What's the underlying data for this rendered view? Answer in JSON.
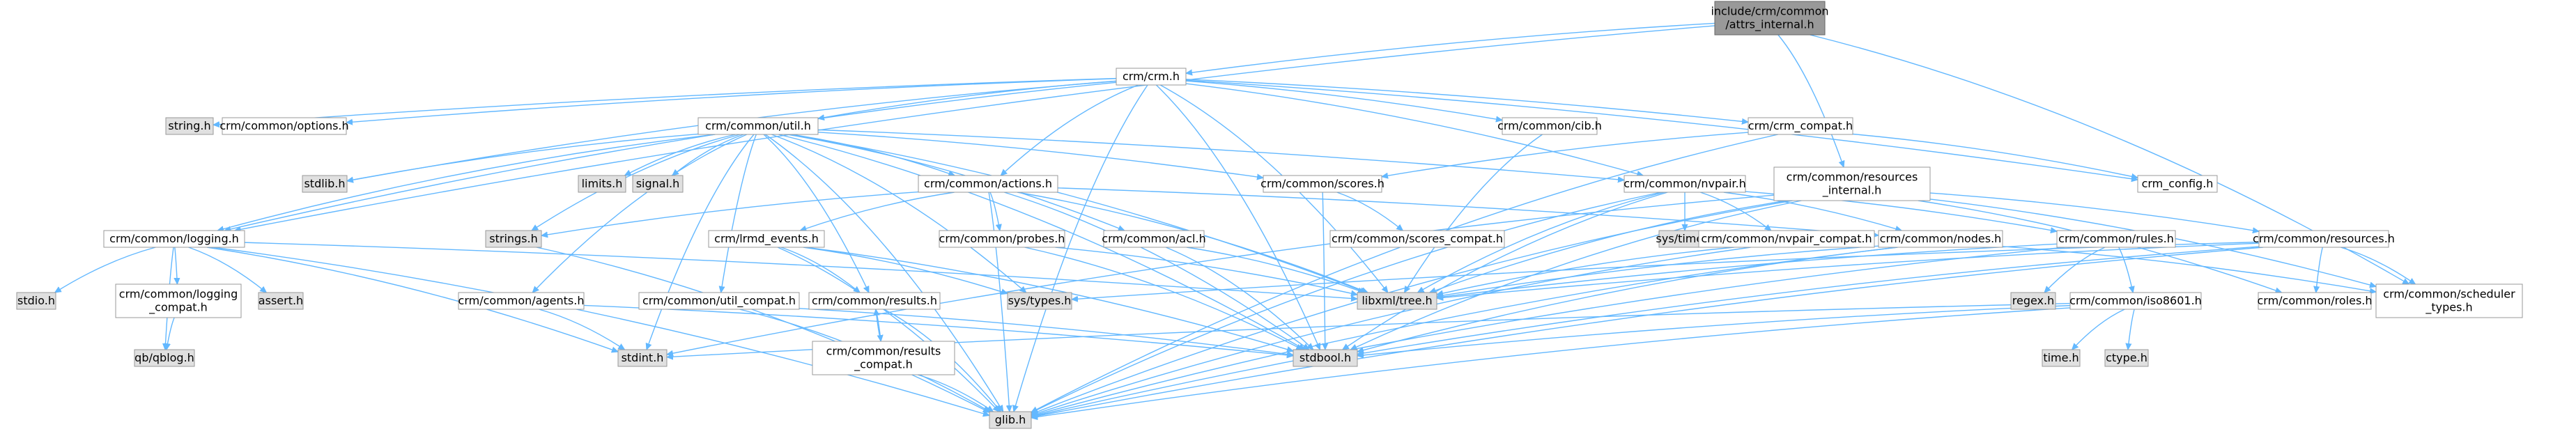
{
  "nodes": [
    {
      "id": "root",
      "label": [
        "include/crm/common",
        "/attrs_internal.h"
      ],
      "style": "root"
    },
    {
      "id": "crm_h",
      "label": [
        "crm/crm.h"
      ],
      "style": "normal"
    },
    {
      "id": "logging",
      "label": [
        "crm/common/logging.h"
      ],
      "style": "normal"
    },
    {
      "id": "stdlib",
      "label": [
        "stdlib.h"
      ],
      "style": "system"
    },
    {
      "id": "resources_internal",
      "label": [
        "crm/common/resources",
        "_internal.h"
      ],
      "style": "normal"
    },
    {
      "id": "scheduler_types",
      "label": [
        "crm/common/scheduler",
        "_types.h"
      ],
      "style": "normal"
    },
    {
      "id": "string",
      "label": [
        "string.h"
      ],
      "style": "system"
    },
    {
      "id": "options",
      "label": [
        "crm/common/options.h"
      ],
      "style": "normal"
    },
    {
      "id": "util",
      "label": [
        "crm/common/util.h"
      ],
      "style": "normal"
    },
    {
      "id": "cib",
      "label": [
        "crm/common/cib.h"
      ],
      "style": "normal"
    },
    {
      "id": "crm_compat",
      "label": [
        "crm/crm_compat.h"
      ],
      "style": "normal"
    },
    {
      "id": "crm_config",
      "label": [
        "crm_config.h"
      ],
      "style": "normal"
    },
    {
      "id": "limits",
      "label": [
        "limits.h"
      ],
      "style": "system"
    },
    {
      "id": "signal",
      "label": [
        "signal.h"
      ],
      "style": "system"
    },
    {
      "id": "actions",
      "label": [
        "crm/common/actions.h"
      ],
      "style": "normal"
    },
    {
      "id": "scores",
      "label": [
        "crm/common/scores.h"
      ],
      "style": "normal"
    },
    {
      "id": "nvpair",
      "label": [
        "crm/common/nvpair.h"
      ],
      "style": "normal"
    },
    {
      "id": "strings",
      "label": [
        "strings.h"
      ],
      "style": "system"
    },
    {
      "id": "lrmd_events",
      "label": [
        "crm/lrmd_events.h"
      ],
      "style": "normal"
    },
    {
      "id": "probes",
      "label": [
        "crm/common/probes.h"
      ],
      "style": "normal"
    },
    {
      "id": "acl",
      "label": [
        "crm/common/acl.h"
      ],
      "style": "normal"
    },
    {
      "id": "scores_compat",
      "label": [
        "crm/common/scores_compat.h"
      ],
      "style": "normal"
    },
    {
      "id": "systime",
      "label": [
        "sys/time.h"
      ],
      "style": "system"
    },
    {
      "id": "nvpair_compat",
      "label": [
        "crm/common/nvpair_compat.h"
      ],
      "style": "normal"
    },
    {
      "id": "nodes",
      "label": [
        "crm/common/nodes.h"
      ],
      "style": "normal"
    },
    {
      "id": "rules",
      "label": [
        "crm/common/rules.h"
      ],
      "style": "normal"
    },
    {
      "id": "resources",
      "label": [
        "crm/common/resources.h"
      ],
      "style": "normal"
    },
    {
      "id": "stdio",
      "label": [
        "stdio.h"
      ],
      "style": "system"
    },
    {
      "id": "logging_compat",
      "label": [
        "crm/common/logging",
        "_compat.h"
      ],
      "style": "normal"
    },
    {
      "id": "assert",
      "label": [
        "assert.h"
      ],
      "style": "system"
    },
    {
      "id": "agents",
      "label": [
        "crm/common/agents.h"
      ],
      "style": "normal"
    },
    {
      "id": "util_compat",
      "label": [
        "crm/common/util_compat.h"
      ],
      "style": "normal"
    },
    {
      "id": "results",
      "label": [
        "crm/common/results.h"
      ],
      "style": "normal"
    },
    {
      "id": "systypes",
      "label": [
        "sys/types.h"
      ],
      "style": "system"
    },
    {
      "id": "libxml",
      "label": [
        "libxml/tree.h"
      ],
      "style": "system"
    },
    {
      "id": "regex",
      "label": [
        "regex.h"
      ],
      "style": "system"
    },
    {
      "id": "iso8601",
      "label": [
        "crm/common/iso8601.h"
      ],
      "style": "normal"
    },
    {
      "id": "roles",
      "label": [
        "crm/common/roles.h"
      ],
      "style": "normal"
    },
    {
      "id": "qblog",
      "label": [
        "qb/qblog.h"
      ],
      "style": "system"
    },
    {
      "id": "stdint",
      "label": [
        "stdint.h"
      ],
      "style": "system"
    },
    {
      "id": "results_compat",
      "label": [
        "crm/common/results",
        "_compat.h"
      ],
      "style": "normal"
    },
    {
      "id": "stdbool",
      "label": [
        "stdbool.h"
      ],
      "style": "system"
    },
    {
      "id": "timeh",
      "label": [
        "time.h"
      ],
      "style": "system"
    },
    {
      "id": "ctype",
      "label": [
        "ctype.h"
      ],
      "style": "system"
    },
    {
      "id": "glib",
      "label": [
        "glib.h"
      ],
      "style": "system"
    }
  ],
  "edges": [
    [
      "root",
      "crm_h"
    ],
    [
      "root",
      "logging"
    ],
    [
      "root",
      "resources_internal"
    ],
    [
      "root",
      "scheduler_types"
    ],
    [
      "crm_h",
      "stdlib"
    ],
    [
      "crm_h",
      "string"
    ],
    [
      "crm_h",
      "options"
    ],
    [
      "crm_h",
      "util"
    ],
    [
      "crm_h",
      "cib"
    ],
    [
      "crm_h",
      "crm_compat"
    ],
    [
      "crm_h",
      "crm_config"
    ],
    [
      "crm_h",
      "actions"
    ],
    [
      "crm_h",
      "nvpair"
    ],
    [
      "crm_h",
      "logging"
    ],
    [
      "crm_h",
      "libxml"
    ],
    [
      "crm_h",
      "stdbool"
    ],
    [
      "crm_h",
      "glib"
    ],
    [
      "util",
      "stdlib"
    ],
    [
      "util",
      "limits"
    ],
    [
      "util",
      "signal"
    ],
    [
      "util",
      "strings"
    ],
    [
      "util",
      "actions"
    ],
    [
      "util",
      "scores"
    ],
    [
      "util",
      "nvpair"
    ],
    [
      "util",
      "agents"
    ],
    [
      "util",
      "util_compat"
    ],
    [
      "util",
      "results"
    ],
    [
      "util",
      "acl"
    ],
    [
      "util",
      "systypes"
    ],
    [
      "util",
      "stdint"
    ],
    [
      "util",
      "stdbool"
    ],
    [
      "util",
      "glib"
    ],
    [
      "util",
      "libxml"
    ],
    [
      "util",
      "logging"
    ],
    [
      "actions",
      "lrmd_events"
    ],
    [
      "actions",
      "probes"
    ],
    [
      "actions",
      "nodes"
    ],
    [
      "actions",
      "stdbool"
    ],
    [
      "actions",
      "strings"
    ],
    [
      "actions",
      "glib"
    ],
    [
      "actions",
      "libxml"
    ],
    [
      "scores",
      "scores_compat"
    ],
    [
      "scores",
      "stdbool"
    ],
    [
      "nvpair",
      "systime"
    ],
    [
      "nvpair",
      "nvpair_compat"
    ],
    [
      "nvpair",
      "nodes"
    ],
    [
      "nvpair",
      "rules"
    ],
    [
      "nvpair",
      "glib"
    ],
    [
      "nvpair",
      "libxml"
    ],
    [
      "nvpair",
      "stdbool"
    ],
    [
      "cib",
      "libxml"
    ],
    [
      "crm_compat",
      "scores"
    ],
    [
      "crm_compat",
      "crm_config"
    ],
    [
      "crm_compat",
      "glib"
    ],
    [
      "logging",
      "stdio"
    ],
    [
      "logging",
      "logging_compat"
    ],
    [
      "logging",
      "assert"
    ],
    [
      "logging",
      "qblog"
    ],
    [
      "logging",
      "stdint"
    ],
    [
      "logging",
      "glib"
    ],
    [
      "logging",
      "libxml"
    ],
    [
      "logging_compat",
      "qblog"
    ],
    [
      "lrmd_events",
      "results"
    ],
    [
      "lrmd_events",
      "systypes"
    ],
    [
      "lrmd_events",
      "stdbool"
    ],
    [
      "lrmd_events",
      "glib"
    ],
    [
      "probes",
      "stdbool"
    ],
    [
      "probes",
      "libxml"
    ],
    [
      "acl",
      "libxml"
    ],
    [
      "acl",
      "stdbool"
    ],
    [
      "nvpair_compat",
      "libxml"
    ],
    [
      "nvpair_compat",
      "glib"
    ],
    [
      "nodes",
      "libxml"
    ],
    [
      "nodes",
      "stdbool"
    ],
    [
      "nodes",
      "glib"
    ],
    [
      "nodes",
      "scheduler_types"
    ],
    [
      "rules",
      "regex"
    ],
    [
      "rules",
      "iso8601"
    ],
    [
      "rules",
      "libxml"
    ],
    [
      "rules",
      "glib"
    ],
    [
      "iso8601",
      "timeh"
    ],
    [
      "iso8601",
      "ctype"
    ],
    [
      "iso8601",
      "stdint"
    ],
    [
      "iso8601",
      "stdbool"
    ],
    [
      "iso8601",
      "glib"
    ],
    [
      "resources_internal",
      "resources"
    ],
    [
      "resources_internal",
      "scheduler_types"
    ],
    [
      "resources_internal",
      "roles"
    ],
    [
      "resources_internal",
      "stdint"
    ],
    [
      "resources_internal",
      "libxml"
    ],
    [
      "resources_internal",
      "stdbool"
    ],
    [
      "resources_internal",
      "glib"
    ],
    [
      "resources",
      "roles"
    ],
    [
      "resources",
      "scheduler_types"
    ],
    [
      "resources",
      "libxml"
    ],
    [
      "resources",
      "systypes"
    ],
    [
      "resources",
      "stdbool"
    ],
    [
      "resources",
      "glib"
    ],
    [
      "agents",
      "stdint"
    ],
    [
      "agents",
      "stdbool"
    ],
    [
      "util_compat",
      "glib"
    ],
    [
      "util_compat",
      "stdbool"
    ],
    [
      "results",
      "glib"
    ],
    [
      "results",
      "results_compat"
    ],
    [
      "results_compat",
      "results"
    ],
    [
      "results_compat",
      "glib"
    ],
    [
      "strings",
      "glib"
    ]
  ],
  "colors": {
    "root_fill": "#999999",
    "system_fill": "#e0e0e0",
    "normal_fill": "#ffffff",
    "border": "#999999",
    "root_border": "#666666",
    "edge": "#63b8ff",
    "text": "#000000"
  }
}
